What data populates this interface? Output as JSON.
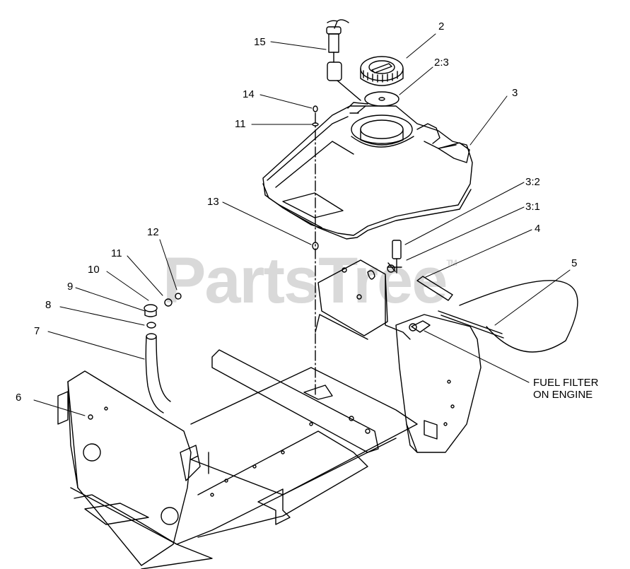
{
  "watermark": "PartsTree",
  "watermark_tm": "TM",
  "callouts": {
    "c2": "2",
    "c2_3": "2:3",
    "c3": "3",
    "c3_2": "3:2",
    "c3_1": "3:1",
    "c4": "4",
    "c5": "5",
    "c6": "6",
    "c7": "7",
    "c8": "8",
    "c9": "9",
    "c10": "10",
    "c11a": "11",
    "c11b": "11",
    "c12": "12",
    "c13": "13",
    "c14": "14",
    "c15": "15"
  },
  "note": {
    "line1": "FUEL FILTER",
    "line2": "ON ENGINE"
  }
}
